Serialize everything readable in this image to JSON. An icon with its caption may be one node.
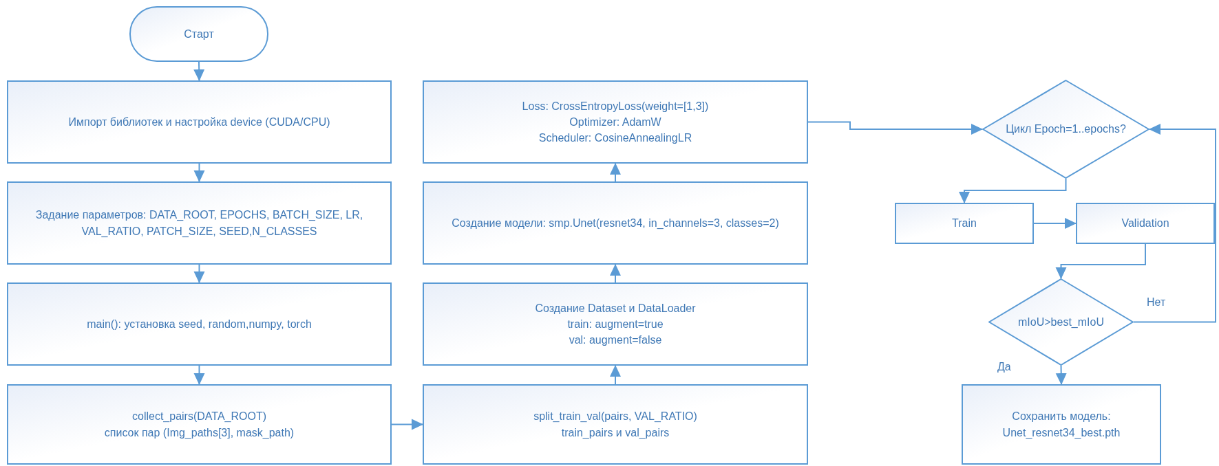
{
  "diagram": {
    "nodes": [
      {
        "text": [
          "Старт"
        ]
      },
      {
        "text": [
          "Импорт библиотек и настройка device (CUDA/CPU)"
        ]
      },
      {
        "text": [
          "Задание параметров: DATA_ROOT, EPOCHS, BATCH_SIZE, LR, VAL_RATIO, PATCH_SIZE, SEED,N_CLASSES"
        ]
      },
      {
        "text": [
          "main(): установка seed, random,numpy, torch"
        ]
      },
      {
        "text": [
          "collect_pairs(DATA_ROOT)",
          "список пар (Img_paths[3], mask_path)"
        ]
      },
      {
        "text": [
          "split_train_val(pairs, VAL_RATIO)",
          "train_pairs и val_pairs"
        ]
      },
      {
        "text": [
          "Создание Dataset и DataLoader",
          "train: augment=true",
          "val: augment=false"
        ]
      },
      {
        "text": [
          "Создание модели: smp.Unet(resnet34, in_channels=3, classes=2)"
        ]
      },
      {
        "text": [
          "Loss: CrossEntropyLoss(weight=[1,3])",
          "Optimizer: AdamW",
          "Scheduler: CosineAnnealingLR"
        ]
      },
      {
        "text": [
          "Цикл Epoch=1..epochs?"
        ]
      },
      {
        "text": [
          "Train"
        ]
      },
      {
        "text": [
          "Validation"
        ]
      },
      {
        "text": [
          "mIoU>best_mIoU"
        ]
      },
      {
        "text": [
          "Сохранить модель: Unet_resnet34_best.pth"
        ]
      }
    ],
    "edges": [
      {
        "from": 0,
        "to": 1,
        "arrow": "to"
      },
      {
        "from": 1,
        "to": 2,
        "arrow": "to"
      },
      {
        "from": 2,
        "to": 3,
        "arrow": "to"
      },
      {
        "from": 3,
        "to": 4,
        "arrow": "to"
      },
      {
        "from": 4,
        "to": 5,
        "arrow": "to"
      },
      {
        "from": 5,
        "to": 6,
        "arrow": "to"
      },
      {
        "from": 6,
        "to": 7,
        "arrow": "to"
      },
      {
        "from": 7,
        "to": 8,
        "arrow": "to"
      },
      {
        "from": 8,
        "to": 9,
        "arrow": "to"
      },
      {
        "from": 9,
        "to": 10,
        "arrow": "to"
      },
      {
        "from": 10,
        "to": 11,
        "arrow": "to"
      },
      {
        "from": 11,
        "to": 12,
        "arrow": "to"
      },
      {
        "from": 12,
        "to": 13,
        "arrow": "to",
        "label": "Да"
      },
      {
        "from": 12,
        "to": 9,
        "arrow": "to",
        "label": "Нет"
      }
    ]
  }
}
